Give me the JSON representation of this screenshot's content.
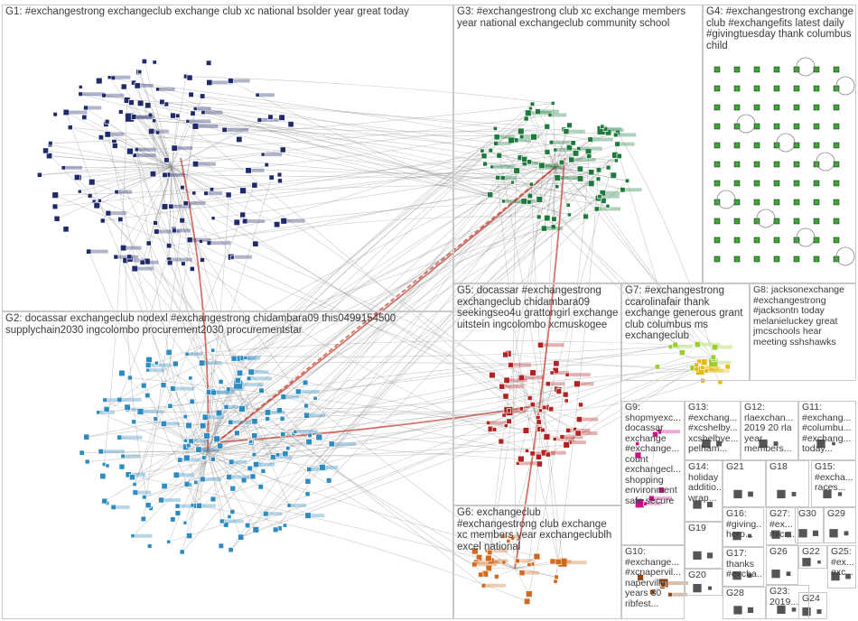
{
  "diagram": {
    "colors": {
      "edge": "#8a8a8a",
      "edge_strong": "#c0392b",
      "frame": "#c8c8c8",
      "label": "#3a3a3a"
    },
    "groups": [
      {
        "id": "G1",
        "label": "G1: #exchangestrong exchangeclub exchange club xc national bsolder year great today",
        "color": "#1f2a6b"
      },
      {
        "id": "G2",
        "label": "G2: docassar exchangeclub nodexl #exchangestrong chidambara09 this0499154500 supplychain2030 ingcolombo procurement2030 procurementstar",
        "color": "#2e8bc0"
      },
      {
        "id": "G3",
        "label": "G3: #exchangestrong club xc exchange members year national exchangeclub community school",
        "color": "#1e7a3c"
      },
      {
        "id": "G4",
        "label": "G4: #exchangestrong exchange club #exchangefits latest daily #givingtuesday thank columbus child",
        "color": "#3aa832"
      },
      {
        "id": "G5",
        "label": "G5: docassar #exchangestrong exchangeclub chidambara09 seekingseo4u grattongirl exchange uitstein ingcolombo xcmuskogee",
        "color": "#b22222"
      },
      {
        "id": "G6",
        "label": "G6: exchangeclub #exchangestrong club exchange xc members year exchangeclublh excel national",
        "color": "#d2691e"
      },
      {
        "id": "G7",
        "label": "G7: #exchangestrong ccarolinafair thank exchange generous grant club columbus ms exchangeclub",
        "color": "#9acd32"
      },
      {
        "id": "G8",
        "label": "G8: jacksonexchange #exchangestrong #jacksontn today melanieluckey great jmcschools hear meeting sshshawks",
        "color": "#e6b800"
      },
      {
        "id": "G9",
        "label": "G9: shopmyexc... docassar exchange #exchange... count exchangecl... shopping environment safe secure",
        "color": "#c71585"
      },
      {
        "id": "G10",
        "label": "G10: #exchange... #xcnapervil... naperville years 30 ribfest...",
        "color": "#8b4513"
      },
      {
        "id": "G11",
        "label": "G11: #exchang... #columbu... #exchang... today...",
        "color": "#555555"
      },
      {
        "id": "G12",
        "label": "G12: rlaexchan... 2019 20 rla year members...",
        "color": "#555555"
      },
      {
        "id": "G13",
        "label": "G13: #exchang... #xcshelby... xcshelbye... pelham...",
        "color": "#555555"
      },
      {
        "id": "G14",
        "label": "G14: holiday additio... wrap...",
        "color": "#555555"
      },
      {
        "id": "G15",
        "label": "G15: #excha... races...",
        "color": "#555555"
      },
      {
        "id": "G16",
        "label": "G16: #giving... hero...",
        "color": "#555555"
      },
      {
        "id": "G17",
        "label": "G17: thanks #excha...",
        "color": "#555555"
      },
      {
        "id": "G18",
        "label": "G18",
        "color": "#555555"
      },
      {
        "id": "G19",
        "label": "G19",
        "color": "#555555"
      },
      {
        "id": "G20",
        "label": "G20",
        "color": "#555555"
      },
      {
        "id": "G21",
        "label": "G21",
        "color": "#555555"
      },
      {
        "id": "G22",
        "label": "G22",
        "color": "#555555"
      },
      {
        "id": "G23",
        "label": "G23: 2019...",
        "color": "#555555"
      },
      {
        "id": "G24",
        "label": "G24",
        "color": "#555555"
      },
      {
        "id": "G25",
        "label": "G25: #ex... exc...",
        "color": "#555555"
      },
      {
        "id": "G26",
        "label": "G26",
        "color": "#555555"
      },
      {
        "id": "G27",
        "label": "G27: #ex... #xcr...",
        "color": "#555555"
      },
      {
        "id": "G28",
        "label": "G28",
        "color": "#555555"
      },
      {
        "id": "G29",
        "label": "G29",
        "color": "#555555"
      },
      {
        "id": "G30",
        "label": "G30",
        "color": "#555555"
      }
    ]
  }
}
